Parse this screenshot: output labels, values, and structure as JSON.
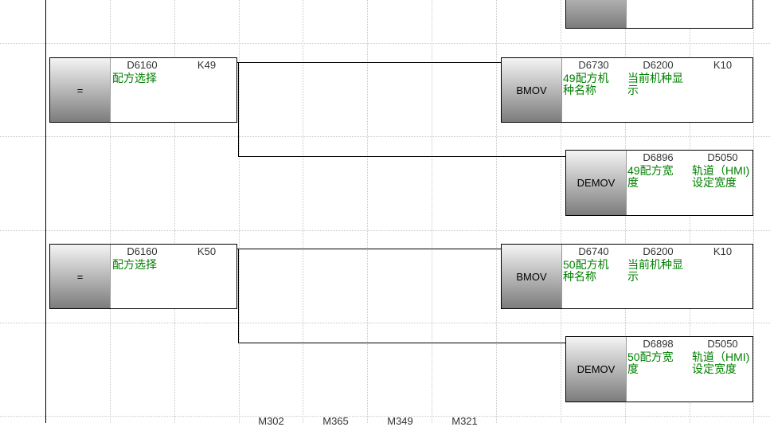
{
  "rungs": [
    {
      "compare": {
        "op": "=",
        "s1": "D6160",
        "s1_comment": "配方选择",
        "s2": "K49"
      },
      "bmov": {
        "op": "BMOV",
        "s": "D6730",
        "s_comment": "49配方机种名称",
        "d": "D6200",
        "d_comment": "当前机种显示",
        "n": "K10"
      },
      "demov": {
        "op": "DEMOV",
        "s": "D6896",
        "s_comment": "49配方宽度",
        "d": "D5050",
        "d_comment": "轨道（HMI)设定宽度"
      }
    },
    {
      "compare": {
        "op": "=",
        "s1": "D6160",
        "s1_comment": "配方选择",
        "s2": "K50"
      },
      "bmov": {
        "op": "BMOV",
        "s": "D6740",
        "s_comment": "50配方机种名称",
        "d": "D6200",
        "d_comment": "当前机种显示",
        "n": "K10"
      },
      "demov": {
        "op": "DEMOV",
        "s": "D6898",
        "s_comment": "50配方宽度",
        "d": "D5050",
        "d_comment": "轨道（HMI)设定宽度"
      }
    }
  ],
  "next_rung_contacts": [
    "M302",
    "M365",
    "M349",
    "M321"
  ],
  "colors": {
    "comment": "#008000",
    "operand": "#333333"
  }
}
